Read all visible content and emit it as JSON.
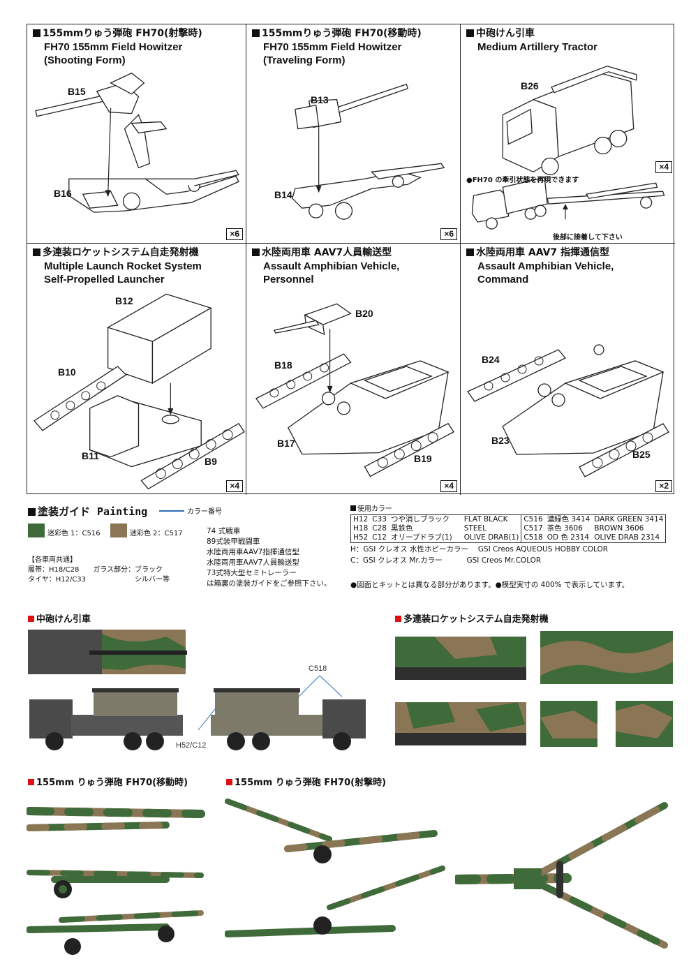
{
  "cells": [
    {
      "jp": "155mmりゅう弾砲 FH70(射撃時)",
      "en1": "FH70 155mm Field Howitzer",
      "en2": "(Shooting Form)",
      "parts": [
        "B15",
        "B16"
      ],
      "qty": "×6"
    },
    {
      "jp": "155mmりゅう弾砲 FH70(移動時)",
      "en1": "FH70 155mm Field Howitzer",
      "en2": "(Traveling Form)",
      "parts": [
        "B13",
        "B14"
      ],
      "qty": "×6"
    },
    {
      "jp": "中砲けん引車",
      "en1": "Medium Artillery Tractor",
      "en2": "",
      "parts": [
        "B26"
      ],
      "qty": "×4",
      "note1": "●FH70 の牽引状態を再現できます",
      "note2": "後部に接着して下さい"
    },
    {
      "jp": "多連装ロケットシステム自走発射機",
      "en1": "Multiple Launch Rocket System",
      "en2": "Self-Propelled Launcher",
      "parts": [
        "B12",
        "B10",
        "B11",
        "B9"
      ],
      "qty": "×4"
    },
    {
      "jp": "水陸両用車 AAV7人員輸送型",
      "en1": "Assault Amphibian Vehicle,",
      "en2": "Personnel",
      "parts": [
        "B20",
        "B18",
        "B17",
        "B19"
      ],
      "qty": "×4"
    },
    {
      "jp": "水陸両用車 AAV7 指揮通信型",
      "en1": "Assault Amphibian Vehicle,",
      "en2": "Command",
      "parts": [
        "B24",
        "B23",
        "B25"
      ],
      "qty": "×2"
    }
  ],
  "painting": {
    "title_jp": "塗装ガイド",
    "title_en": "Painting",
    "color_number_label": "カラー番号",
    "camo1": "迷彩色 1：C516",
    "camo2": "迷彩色 2：C517",
    "camo1_hex": "#3f6a3a",
    "camo2_hex": "#8a7654",
    "vehicles": [
      "74 式戦車",
      "89式装甲戦闘車",
      "水陸両用車AAV7指揮通信型",
      "水陸両用車AAV7人員輸送型",
      "73式特大型セミトレーラー",
      "は箱裏の塗装ガイドをご参照下さい。"
    ],
    "common_title": "【各車両共通】",
    "common_lines": [
      "履帯：H18/C28　　ガラス部分：ブラック",
      "タイヤ：H12/C33　　　　　　　シルバー等"
    ]
  },
  "colors": {
    "title": "使用カラー",
    "rows": [
      [
        "H12",
        "C33",
        "つや消しブラック",
        "FLAT BLACK",
        "C516",
        "濃緑色 3414",
        "DARK GREEN 3414"
      ],
      [
        "H18",
        "C28",
        "黒鉄色",
        "STEEL",
        "C517",
        "茶色 3606",
        "BROWN 3606"
      ],
      [
        "H52",
        "C12",
        "オリーブドラブ(1)",
        "OLIVE DRAB(1)",
        "C518",
        "OD 色 2314",
        "OLIVE DRAB 2314"
      ]
    ],
    "h_note_jp": "H：GSI クレオス 水性ホビーカラー",
    "h_note_en": "GSI Creos AQUEOUS HOBBY COLOR",
    "c_note_jp": "C：GSI クレオス Mr.カラー",
    "c_note_en": "GSI Creos Mr.COLOR",
    "footnote": "●図面とキットとは異なる部分があります。●模型実寸の 400% で表示しています。"
  },
  "sections": {
    "tractor": "中砲けん引車",
    "mlrs": "多連装ロケットシステム自走発射機",
    "fh70_travel": "155mm りゅう弾砲 FH70(移動時)",
    "fh70_shoot": "155mm りゅう弾砲 FH70(射撃時)"
  },
  "callouts": {
    "c518": "C518",
    "h52": "H52/C12"
  }
}
